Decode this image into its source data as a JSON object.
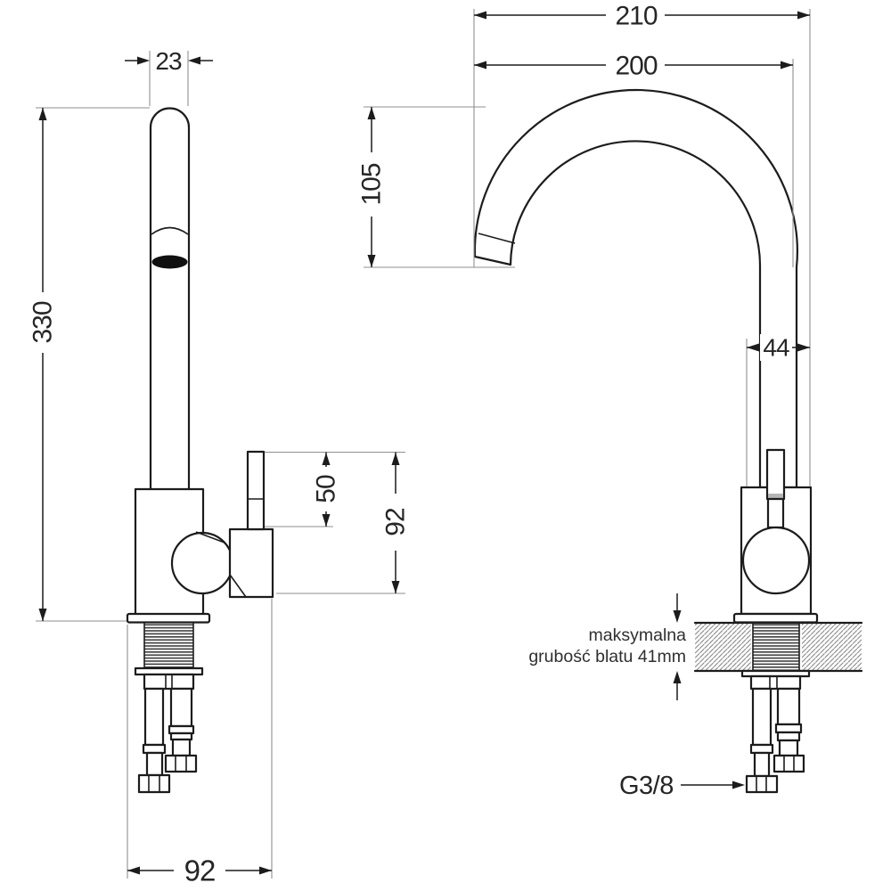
{
  "figure": {
    "type": "technical-drawing",
    "subject": "kitchen faucet dimensional diagram, side view (left) and front view (right)",
    "background": "#ffffff"
  },
  "colors": {
    "outline": "#1c1c1c",
    "dimension_lines": "#1c1c1c",
    "extension_lines": "#8f8f8f",
    "dimension_text": "#262626",
    "note_text": "#303030",
    "thread_hatch": "#3c3c3c",
    "countertop_hatch": "#7d7d7d",
    "handle_shade": "#b5b5b5",
    "aerator_fill": "#101010"
  },
  "side_view": {
    "dim_spout_tube_diameter": "23",
    "dim_total_height": "330",
    "dim_handle_height": "50",
    "dim_body_height": "92",
    "dim_base_depth": "92"
  },
  "front_view": {
    "dim_total_reach": "210",
    "dim_spout_reach": "200",
    "dim_spout_drop": "105",
    "dim_body_width": "44",
    "countertop_note_line1": "maksymalna",
    "countertop_note_line2": "grubość blatu 41mm",
    "thread_label": "G3/8"
  }
}
